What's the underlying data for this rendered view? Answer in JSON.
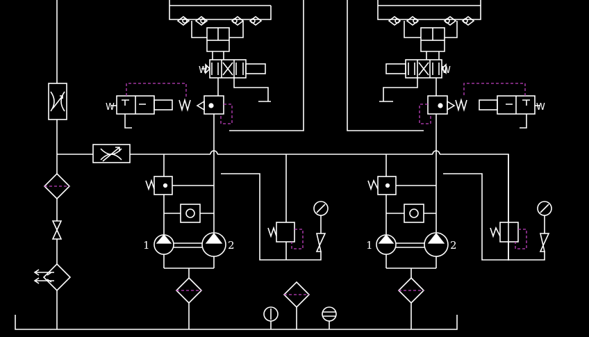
{
  "colors": {
    "background": "#000000",
    "line": "#ffffff",
    "pilot_line": "#c040c0"
  },
  "labels": {
    "left_pump_1": "1",
    "left_pump_2": "2",
    "right_pump_1": "1",
    "right_pump_2": "2",
    "solenoid_mark": "W"
  }
}
